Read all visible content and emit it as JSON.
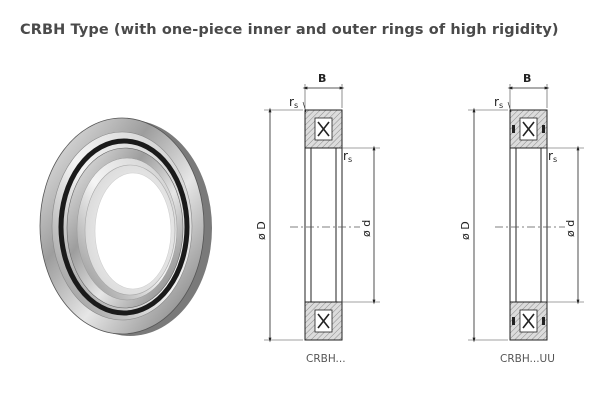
{
  "title": "CRBH Type (with one-piece inner and outer rings of high rigidity)",
  "photo_alt": "Crossed roller bearing photo",
  "drawing_left": {
    "label_width": "B",
    "label_radius_top": "r",
    "label_radius_top_sub": "s",
    "label_radius_inner": "r",
    "label_radius_inner_sub": "s",
    "label_outer_dia": "ø D",
    "label_inner_dia": "ø d",
    "caption": "CRBH..."
  },
  "drawing_right": {
    "label_width": "B",
    "label_radius_top": "r",
    "label_radius_top_sub": "s",
    "label_radius_inner": "r",
    "label_radius_inner_sub": "s",
    "label_outer_dia": "ø D",
    "label_inner_dia": "ø d",
    "caption": "CRBH...UU"
  },
  "colors": {
    "title": "#4a4a4a",
    "outline": "#222222",
    "section_fill": "#d8d8d8"
  }
}
